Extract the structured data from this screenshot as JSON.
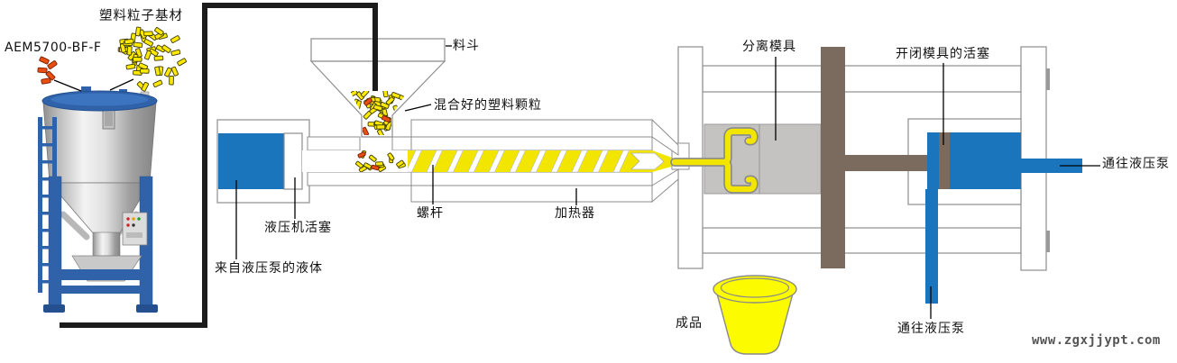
{
  "diagram": {
    "labels": {
      "material": "塑料粒子基材",
      "additive": "AEM5700-BF-F",
      "hopper": "料斗",
      "mixed_pellets": "混合好的塑料颗粒",
      "hydraulic_piston": "液压机活塞",
      "hydraulic_fluid": "来自液压泵的液体",
      "screw": "螺杆",
      "heater": "加热器",
      "split_mold": "分离模具",
      "clamp_piston": "开闭模具的活塞",
      "to_pump_right": "通往液压泵",
      "to_pump_bottom": "通往液压泵",
      "product": "成品",
      "watermark": "www.zgxjjypt.com"
    },
    "colors": {
      "hydraulic_blue": "#1b75bc",
      "melt_yellow": "#f2e600",
      "product_yellow": "#fdfb00",
      "pellet_yellow": "#ffe900",
      "pellet_red": "#e84e12",
      "platen_brown": "#7b6b5e",
      "mold_gray": "#c5c3c2",
      "outline_gray": "#8e8e8e",
      "frame_blue": "#2f62a9",
      "pipe_black": "#1c1c1c"
    }
  }
}
